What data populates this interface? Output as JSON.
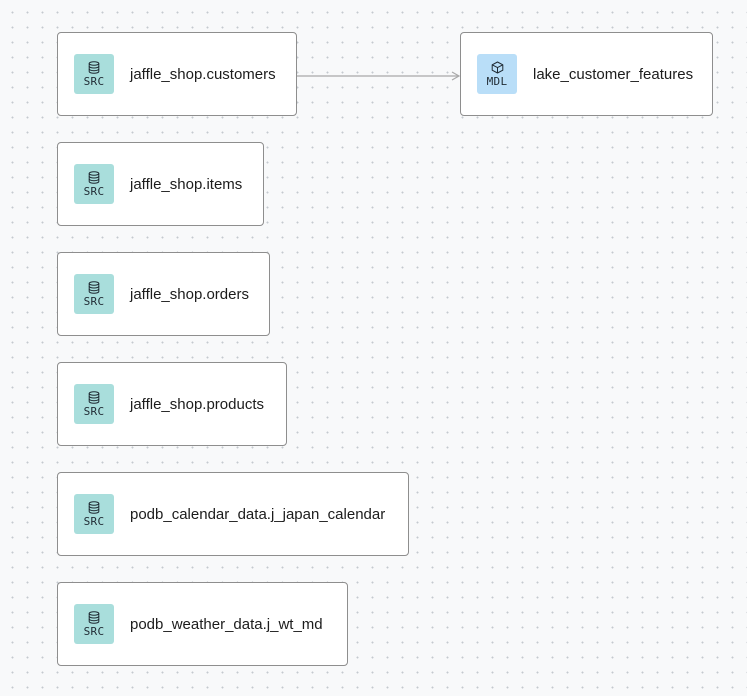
{
  "nodes": [
    {
      "label": "jaffle_shop.customers",
      "badge": "SRC",
      "icon": "database-icon"
    },
    {
      "label": "jaffle_shop.items",
      "badge": "SRC",
      "icon": "database-icon"
    },
    {
      "label": "jaffle_shop.orders",
      "badge": "SRC",
      "icon": "database-icon"
    },
    {
      "label": "jaffle_shop.products",
      "badge": "SRC",
      "icon": "database-icon"
    },
    {
      "label": "podb_calendar_data.j_japan_calendar",
      "badge": "SRC",
      "icon": "database-icon"
    },
    {
      "label": "podb_weather_data.j_wt_md",
      "badge": "SRC",
      "icon": "database-icon"
    },
    {
      "label": "lake_customer_features",
      "badge": "MDL",
      "icon": "cube-icon"
    }
  ],
  "edges": [
    {
      "from": "jaffle_shop.customers",
      "to": "lake_customer_features"
    }
  ],
  "colors": {
    "src_badge": "#a9dedc",
    "mdl_badge": "#b9def8",
    "edge": "#a9a9a9",
    "node_border": "#8e8e8e"
  }
}
